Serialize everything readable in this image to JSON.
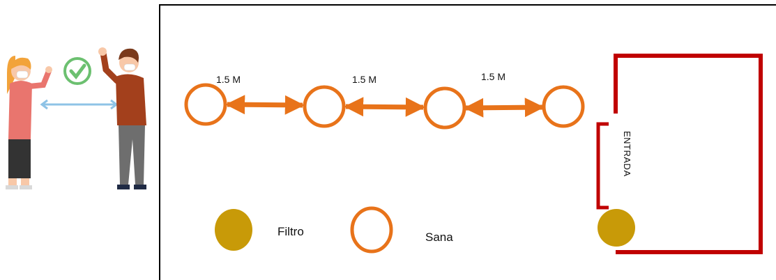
{
  "distances": [
    "1.5 M",
    "1.5 M",
    "1.5 M"
  ],
  "entrance_label": "ENTRADA",
  "legend": {
    "filter_label": "Filtro",
    "healthy_label": "Sana"
  },
  "colors": {
    "ring": "#E8731A",
    "arrow": "#E8731A",
    "filter": "#C89A08",
    "entrance": "#C00000",
    "frame": "#000000",
    "distance_line": "#8EC3E6",
    "check": "#6CC070"
  },
  "icons": [
    "social-distancing-illustration",
    "checkmark-icon"
  ]
}
